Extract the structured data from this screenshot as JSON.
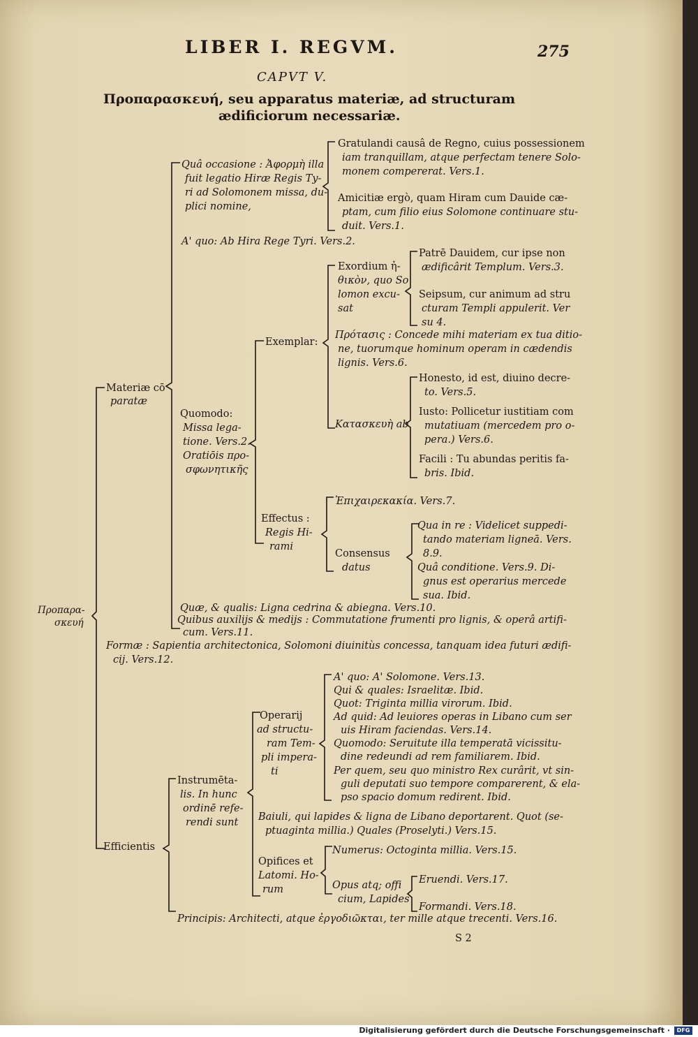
{
  "header": {
    "running_title": "LIBER I. REGVM.",
    "page_number": "275",
    "chapter": "CAPVT V.",
    "title_line1": "Προπαρασκευή, seu apparatus materiæ, ad structuram",
    "title_line2": "ædificiorum necessariæ."
  },
  "root": {
    "label": "Προπαρα-",
    "label2": "σκευή"
  },
  "materiae": {
    "label": "Materiæ cō",
    "label2": "paratæ"
  },
  "qua_occasione": {
    "l1": "Quâ occasione : Ἀφορμὴ illa",
    "l2": "fuit legatio Hiræ Regis Ty-",
    "l3": "ri ad Solomonem missa, du-",
    "l4": "plici nomine,"
  },
  "gratulandi": {
    "l1": "Gratulandi causâ de Regno, cuius possessionem",
    "l2": "iam tranquillam, atque perfectam tenere Solo-",
    "l3": "monem compererat. Vers.1."
  },
  "amicitiae": {
    "l1": "Amicitiæ ergò, quam Hiram cum Dauide cæ-",
    "l2": "ptam, cum filio eius Solomone continuare stu-",
    "l3": "duit. Vers.1."
  },
  "a_quo_1": "A' quo: Ab Hira Rege Tyri. Vers.2.",
  "quomodo": {
    "l1": "Quomodo:",
    "l2": "Missa lega-",
    "l3": "tione. Vers.2.",
    "l4": "Oratiōis προ-",
    "l5": "σφωνητικῆς"
  },
  "exemplar": "Exemplar:",
  "exordium": {
    "l1": "Exordium ἠ-",
    "l2": "θικὸν, quo So",
    "l3": "lomon excu-",
    "l4": "sat"
  },
  "patre": {
    "l1": "Patrē Dauidem, cur ipse non",
    "l2": "ædificârit Templum. Vers.3."
  },
  "seipsum": {
    "l1": "Seipsum, cur animum ad stru",
    "l2": "cturam Templi appulerit. Ver",
    "l3": "su 4."
  },
  "protasis": {
    "l1": "Πρότασις : Concede mihi materiam ex tua ditio-",
    "l2": "ne, tuorumque hominum operam in cædendis",
    "l3": "lignis. Vers.6."
  },
  "kataskeue": "Κατασκευὴ ab",
  "honesto": {
    "l1": "Honesto, id est, diuino decre-",
    "l2": "to. Vers.5."
  },
  "iusto": {
    "l1": "Iusto: Pollicetur iustitiam com",
    "l2": "mutatiuam (mercedem pro o-",
    "l3": "pera.) Vers.6."
  },
  "facili": {
    "l1": "Facili : Tu abundas peritis fa-",
    "l2": "bris. Ibid."
  },
  "effectus": {
    "l1": "Effectus :",
    "l2": "Regis Hi-",
    "l3": "rami"
  },
  "epichairekakia": "Ἐπιχαιρεκακία. Vers.7.",
  "consensus": {
    "l1": "Consensus",
    "l2": "datus"
  },
  "qua_in_re": {
    "l1": "Qua in re : Videlicet suppedi-",
    "l2": "tando materiam ligneā. Vers.",
    "l3": "8.9."
  },
  "qua_conditione": {
    "l1": "Quâ conditione. Vers.9. Di-",
    "l2": "gnus est operarius mercede",
    "l3": "sua. Ibid."
  },
  "quae_qualis": "Quæ, & qualis: Ligna cedrina & abiegna. Vers.10.",
  "quibus": {
    "l1": "Quibus auxilijs & medijs : Commutatione frumenti pro lignis, & operâ artifi-",
    "l2": "cum. Vers.11."
  },
  "formae": {
    "l1": "Formæ : Sapientia architectonica, Solomoni diuinitùs concessa, tanquam idea futuri ædifi-",
    "l2": "cij. Vers.12."
  },
  "efficientis": "Efficientis",
  "instrumentalis": {
    "l1": "Instrumēta-",
    "l2": "lis. In hunc",
    "l3": "ordinē refe-",
    "l4": "rendi sunt"
  },
  "operarij": {
    "l1": "Operarij",
    "l2": "ad structu-",
    "l3": "ram Tem-",
    "l4": "pli impera-",
    "l5": "ti"
  },
  "op_items": [
    "A' quo: A' Solomone. Vers.13.",
    "Qui & quales: Israelitæ. Ibid.",
    "Quot: Triginta millia virorum. Ibid.",
    "Ad quid: Ad leuiores operas in Libano cum ser",
    "uis Hiram faciendas. Vers.14.",
    "Quomodo: Seruitute illa temperatā vicissitu-",
    "dine redeundi ad rem familiarem. Ibid.",
    "Per quem, seu quo ministro Rex curârit, vt sin-",
    "guli deputati suo tempore comparerent, & ela-",
    "pso spacio domum redirent. Ibid."
  ],
  "baiuli": {
    "l1": "Baiuli, qui lapides & ligna de Libano deportarent. Quot (se-",
    "l2": "ptuaginta millia.) Quales (Proselyti.) Vers.15."
  },
  "opifices": {
    "l1": "Opifices et",
    "l2": "Latomi. Ho-",
    "l3": "rum"
  },
  "numerus": "Numerus: Octoginta millia. Vers.15.",
  "opus": {
    "l1": "Opus atq; offi",
    "l2": "cium, Lapides"
  },
  "eruendi": "Eruendi. Vers.17.",
  "formandi": "Formandi. Vers.18.",
  "principis": "Principis: Architecti, atque ἐργοδιῶκται, ter mille atque trecenti. Vers.16.",
  "signature": "S 2",
  "footer": {
    "credit": "Digitalisierung gefördert durch die Deutsche Forschungsgemeinschaft ·",
    "logo": "DFG"
  }
}
